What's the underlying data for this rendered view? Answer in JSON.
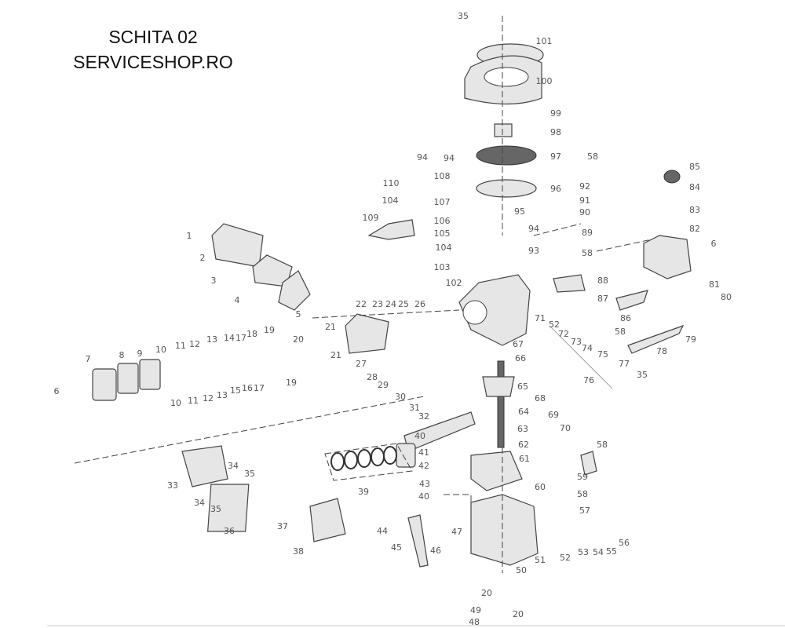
{
  "header": {
    "title": "SCHITA 02",
    "subtitle": "SERVICESHOP.RO"
  },
  "part_labels": [
    "35",
    "101",
    "100",
    "99",
    "98",
    "97",
    "96",
    "95",
    "94",
    "94",
    "94",
    "108",
    "110",
    "104",
    "104",
    "107",
    "106",
    "105",
    "103",
    "102",
    "109",
    "93",
    "58",
    "58",
    "58",
    "58",
    "58",
    "92",
    "91",
    "90",
    "89",
    "85",
    "84",
    "83",
    "82",
    "6",
    "6",
    "88",
    "81",
    "80",
    "87",
    "86",
    "79",
    "78",
    "1",
    "2",
    "3",
    "4",
    "5",
    "22",
    "23",
    "24",
    "25",
    "26",
    "21",
    "21",
    "27",
    "28",
    "29",
    "30",
    "31",
    "32",
    "20",
    "20",
    "20",
    "19",
    "19",
    "18",
    "17",
    "17",
    "16",
    "15",
    "14",
    "13",
    "13",
    "12",
    "12",
    "11",
    "11",
    "10",
    "10",
    "9",
    "8",
    "7",
    "71",
    "52",
    "52",
    "72",
    "73",
    "74",
    "75",
    "77",
    "76",
    "35",
    "67",
    "66",
    "65",
    "68",
    "69",
    "70",
    "64",
    "63",
    "62",
    "61",
    "60",
    "59",
    "57",
    "56",
    "55",
    "54",
    "53",
    "51",
    "50",
    "49",
    "48",
    "47",
    "46",
    "45",
    "44",
    "40",
    "40",
    "41",
    "42",
    "43",
    "39",
    "33",
    "34",
    "34",
    "35",
    "35",
    "36",
    "37",
    "38"
  ]
}
